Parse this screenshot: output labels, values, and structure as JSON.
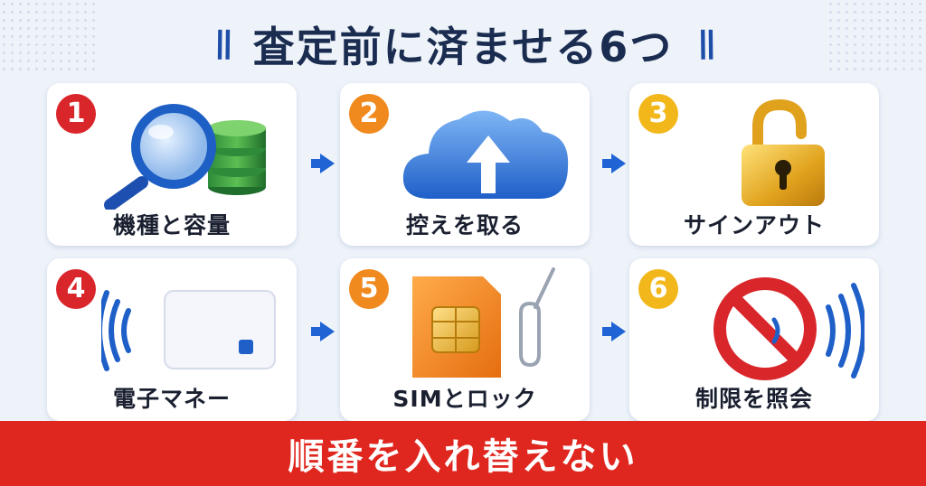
{
  "header": {
    "title": "査定前に済ませる6つ",
    "slashes_left": "\\\\",
    "slashes_right": "//"
  },
  "steps": [
    {
      "number": "1",
      "label": "機種と容量",
      "icon": "magnifier-database-icon"
    },
    {
      "number": "2",
      "label": "控えを取る",
      "icon": "cloud-upload-icon"
    },
    {
      "number": "3",
      "label": "サインアウト",
      "icon": "unlocked-padlock-icon"
    },
    {
      "number": "4",
      "label": "電子マネー",
      "icon": "contactless-card-icon"
    },
    {
      "number": "5",
      "label": "SIMとロック",
      "icon": "sim-card-pin-icon"
    },
    {
      "number": "6",
      "label": "制限を照会",
      "icon": "prohibited-signal-icon"
    }
  ],
  "footer": {
    "text": "順番を入れ替えない"
  },
  "colors": {
    "accent_blue": "#1f63d4",
    "footer_red": "#e0271f",
    "badge_red": "#d9262b",
    "badge_orange": "#f08a1f",
    "badge_yellow": "#f2b81b",
    "title_navy": "#1a2c50"
  }
}
